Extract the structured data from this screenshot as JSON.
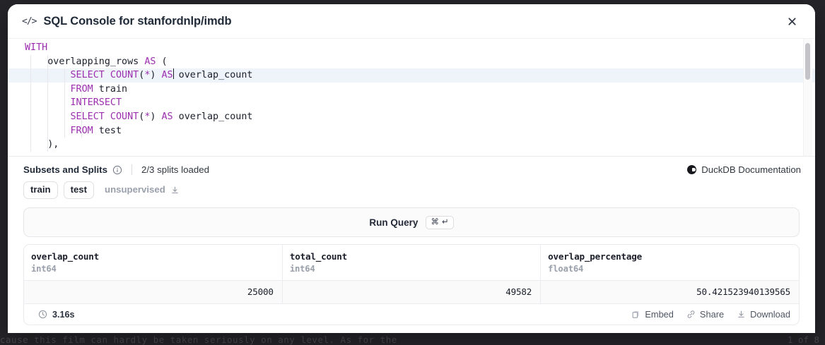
{
  "backdrop": {
    "text": "cause this film can hardly be taken seriously on any level. As for the",
    "right_text": "1 of 8"
  },
  "header": {
    "icon": "code-icon",
    "title": "SQL Console for stanfordnlp/imdb",
    "close_icon": "close-icon"
  },
  "editor": {
    "lines": [
      [
        {
          "t": "WITH",
          "c": "kw"
        }
      ],
      [
        {
          "t": "    overlapping_rows ",
          "c": "plain"
        },
        {
          "t": "AS",
          "c": "kw"
        },
        {
          "t": " (",
          "c": "plain"
        }
      ],
      [
        {
          "t": "        ",
          "c": "plain"
        },
        {
          "t": "SELECT COUNT",
          "c": "kw"
        },
        {
          "t": "(",
          "c": "plain"
        },
        {
          "t": "*",
          "c": "kw"
        },
        {
          "t": ") ",
          "c": "plain"
        },
        {
          "t": "AS",
          "c": "kw"
        },
        {
          "t": "|",
          "c": "cursor"
        },
        {
          "t": " overlap_count",
          "c": "plain"
        }
      ],
      [
        {
          "t": "        ",
          "c": "plain"
        },
        {
          "t": "FROM",
          "c": "kw"
        },
        {
          "t": " train",
          "c": "plain"
        }
      ],
      [
        {
          "t": "        ",
          "c": "plain"
        },
        {
          "t": "INTERSECT",
          "c": "kw"
        }
      ],
      [
        {
          "t": "        ",
          "c": "plain"
        },
        {
          "t": "SELECT COUNT",
          "c": "kw"
        },
        {
          "t": "(",
          "c": "plain"
        },
        {
          "t": "*",
          "c": "kw"
        },
        {
          "t": ") ",
          "c": "plain"
        },
        {
          "t": "AS",
          "c": "kw"
        },
        {
          "t": " overlap_count",
          "c": "plain"
        }
      ],
      [
        {
          "t": "        ",
          "c": "plain"
        },
        {
          "t": "FROM",
          "c": "kw"
        },
        {
          "t": " test",
          "c": "plain"
        }
      ],
      [
        {
          "t": "    ),",
          "c": "plain"
        }
      ]
    ],
    "active_line_index": 2,
    "keyword_color": "#9b2fae",
    "active_line_color": "#eff4fb"
  },
  "subsets": {
    "title": "Subsets and Splits",
    "info_icon": "info-icon",
    "splits_loaded": "2/3 splits loaded",
    "duckdb_link": "DuckDB Documentation",
    "splits": [
      {
        "label": "train",
        "state": "loaded"
      },
      {
        "label": "test",
        "state": "loaded"
      },
      {
        "label": "unsupervised",
        "state": "not-loaded"
      }
    ]
  },
  "run_query": {
    "label": "Run Query",
    "shortcut_cmd": "⌘",
    "shortcut_enter": "↵"
  },
  "results": {
    "columns": [
      {
        "name": "overlap_count",
        "type": "int64"
      },
      {
        "name": "total_count",
        "type": "int64"
      },
      {
        "name": "overlap_percentage",
        "type": "float64"
      }
    ],
    "rows": [
      [
        "25000",
        "49582",
        "50.421523940139565"
      ]
    ]
  },
  "footer": {
    "duration": "3.16s",
    "actions": [
      {
        "label": "Embed",
        "icon": "embed-icon"
      },
      {
        "label": "Share",
        "icon": "link-icon"
      },
      {
        "label": "Download",
        "icon": "download-icon"
      }
    ]
  }
}
